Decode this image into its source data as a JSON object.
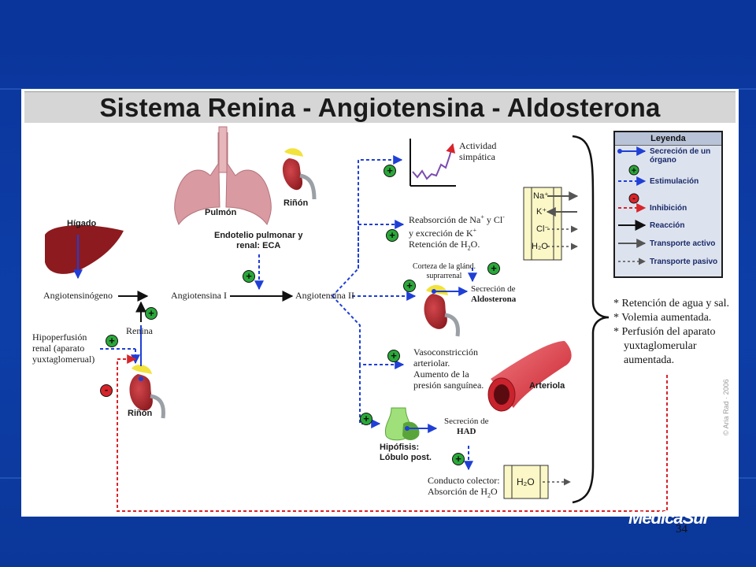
{
  "title": "Sistema Renina - Angiotensina - Aldosterona",
  "organs": {
    "higado": "Hígado",
    "pulmon": "Pulmón",
    "rinon_top": "Riñón",
    "rinon_bottom": "Riñón",
    "arteriola": "Arteriola",
    "hipofisis": "Hipófisis:\nLóbulo post."
  },
  "nodes": {
    "angiotensinogeno": "Angiotensinógeno",
    "angiotensina1": "Angiotensina I",
    "angiotensina2": "Angiotensina II",
    "renina": "Renina",
    "endotelio": "Endotelio pulmonar y\nrenal: ECA",
    "hipoperfusion": "Hipoperfusión\nrenal (aparato\nyuxtaglomerual)"
  },
  "effects": {
    "actividad": "Actividad\nsimpática",
    "reabsorcion_l1": "Reabsorción de Na",
    "reabsorcion_sup1": "+",
    "reabsorcion_l1b": " y Cl",
    "reabsorcion_sup2": "-",
    "reabsorcion_l2": "y excreción de K",
    "reabsorcion_sup3": "+",
    "reabsorcion_l3": "Retención de H",
    "reabsorcion_sub": "2",
    "reabsorcion_l3b": "O.",
    "corteza": "Corteza de la glánd.\nsuprarrenal",
    "secrecion_aldo_1": "Secreción de",
    "secrecion_aldo_2": "Aldosterona",
    "vasoconstriccion": "Vasoconstricción\narteriolar.\nAumento de la\npresión sanguínea.",
    "secrecion_had_1": "Secreción de",
    "secrecion_had_2": "HAD",
    "conducto_1": "Conducto colector:",
    "conducto_2": "Absorción de H",
    "conducto_sub": "2",
    "conducto_2b": "O"
  },
  "transport_box": {
    "na": "Na⁺",
    "k": "K⁺",
    "cl": "Cl⁻",
    "h2o": "H₂O"
  },
  "h2o_box": "H₂O",
  "legend": {
    "title": "Leyenda",
    "items": [
      "Secreción de un\nórgano",
      "Estimulación",
      "Inhibición",
      "Reacción",
      "Transporte activo",
      "Transporte pasivo"
    ]
  },
  "results": [
    "* Retención de agua y sal.",
    "* Volemia aumentada.",
    "* Perfusión del aparato",
    "yuxtaglomerular",
    "aumentada."
  ],
  "signs": {
    "plus": "+",
    "minus": "-"
  },
  "copyright": "© Aria Rad · 2006",
  "page_number": "34",
  "logo_line1": "MedicaSur",
  "colors": {
    "background": "#0b3a9e",
    "stimulation": "#1f3fd6",
    "inhibition": "#d8242a",
    "plus_badge": "#2aa839",
    "kidney": "#a8262b",
    "adrenal": "#f2e23c",
    "lung": "#d99aa1",
    "liver": "#8c1a1e",
    "artery": "#e0404a",
    "pituitary": "#7ccd54"
  }
}
